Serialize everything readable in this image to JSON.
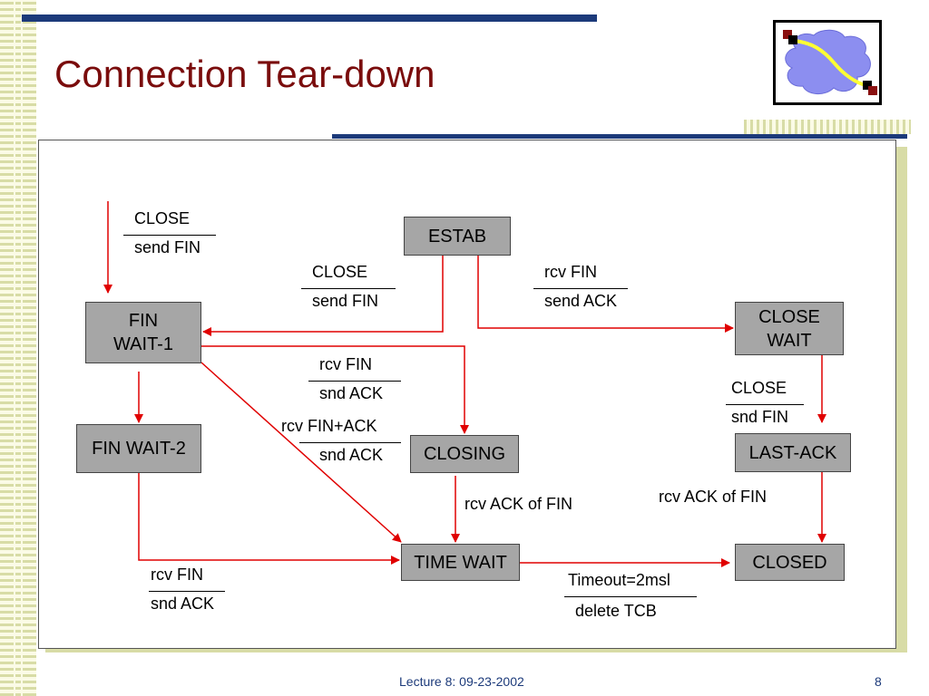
{
  "slide": {
    "title": "Connection Tear-down",
    "footer": "Lecture 8: 09-23-2002",
    "page_number": "8"
  },
  "logo": {
    "icon": "network-cloud-icon"
  },
  "colors": {
    "title": "#7a0c0c",
    "accent_blue": "#1c3a7a",
    "arrow": "#e00000",
    "state_fill": "#a6a6a6",
    "pattern": "#d8dca6"
  },
  "states": {
    "estab": "ESTAB",
    "fin_wait_1": "FIN\nWAIT-1",
    "close_wait": "CLOSE\nWAIT",
    "fin_wait_2": "FIN WAIT-2",
    "closing": "CLOSING",
    "last_ack": "LAST-ACK",
    "time_wait": "TIME WAIT",
    "closed": "CLOSED"
  },
  "transitions": {
    "init_event": "CLOSE",
    "init_action": "send FIN",
    "estab_close_event": "CLOSE",
    "estab_close_action": "send FIN",
    "estab_rcv_event": "rcv FIN",
    "estab_rcv_action": "send ACK",
    "fw1_closing_event": "rcv FIN",
    "fw1_closing_action": "snd ACK",
    "fw1_timewait_event": "rcv FIN+ACK",
    "fw1_timewait_action": "snd ACK",
    "closewait_event": "CLOSE",
    "closewait_action": "snd FIN",
    "closing_event": "rcv ACK of FIN",
    "lastack_event": "rcv ACK of FIN",
    "fw2_event": "rcv FIN",
    "fw2_action": "snd ACK",
    "timewait_event": "Timeout=2msl",
    "timewait_action": "delete TCB"
  }
}
